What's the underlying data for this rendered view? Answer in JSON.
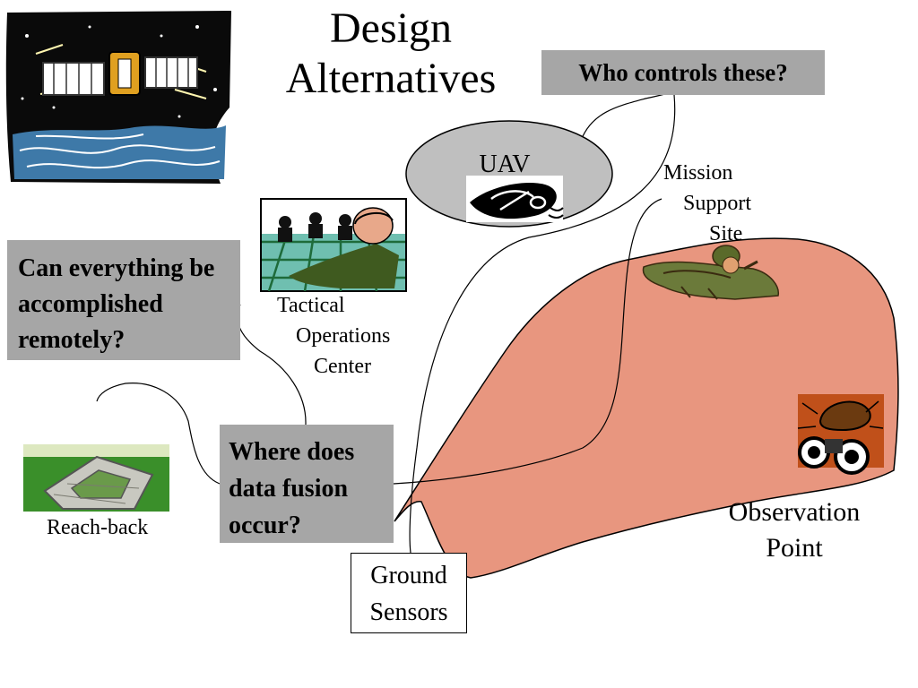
{
  "slide": {
    "title": "Design Alternatives",
    "questions": {
      "who_controls": "Who controls these?",
      "remote": "Can everything be accomplished remotely?",
      "fusion": "Where does data fusion occur?"
    },
    "labels": {
      "uav": "UAV",
      "tactical_line1": "Tactical",
      "tactical_line2": "Operations",
      "tactical_line3": "Center",
      "mission_line1": "Mission",
      "mission_line2": "Support",
      "mission_line3": "Site",
      "reach_back": "Reach-back",
      "ground_line1": "Ground",
      "ground_line2": "Sensors",
      "obs_line1": "Observation",
      "obs_line2": "Point"
    },
    "icons": [
      "satellite-icon",
      "uav-icon",
      "tactical-ops-icon",
      "pentagon-icon",
      "soldier-icon",
      "binoculars-icon"
    ],
    "colors": {
      "terrain": "#e8967f",
      "callout_gray": "#a6a6a6",
      "uav_ellipse": "#bfbfbf"
    }
  }
}
